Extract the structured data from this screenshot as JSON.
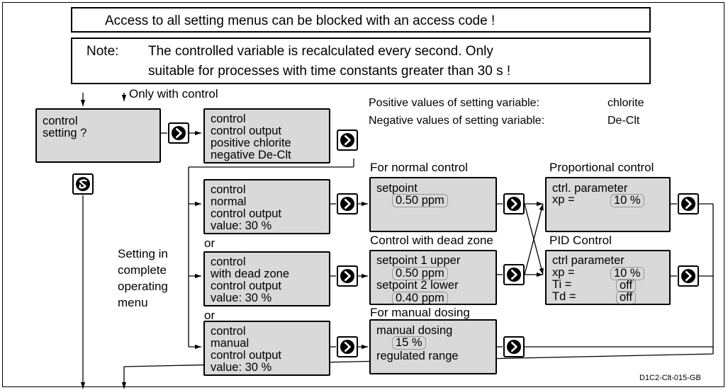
{
  "notes": {
    "access_note": "Access to all setting menus can be blocked with an access code !",
    "note_label": "Note:",
    "note_line1": "The controlled variable is recalculated every second. Only",
    "note_line2": "suitable for processes with time constants greater than 30 s !"
  },
  "labels": {
    "only_with_control": "Only with control",
    "positive_values": "Positive values of setting variable:",
    "positive_values_value": "chlorite",
    "negative_values": "Negative values of setting variable:",
    "negative_values_value": "De-Clt",
    "setting_in_menu": [
      "Setting in",
      "complete",
      "operating",
      "menu"
    ],
    "or": "or",
    "normal_control_heading": "For normal control",
    "dead_zone_heading": "Control with dead zone",
    "manual_dosing_heading": "For manual dosing",
    "proportional_heading": "Proportional control",
    "pid_heading": "PID Control",
    "figure_code": "D1C2-Clt-015-GB"
  },
  "displays": {
    "control_setting": [
      "control",
      "setting  ?"
    ],
    "control_output": [
      "control",
      "control output",
      "positive chlorite",
      "negative De-Clt"
    ],
    "normal": [
      "control",
      "normal",
      "control output",
      "value:   30 %"
    ],
    "dead_zone": [
      "control",
      "with dead zone",
      "control output",
      "value:   30 %"
    ],
    "manual": [
      "control",
      "manual",
      "control output",
      "value:   30 %"
    ],
    "setpoint": {
      "label": "setpoint",
      "value": "0.50 ppm"
    },
    "dead_zone_setpoints": {
      "label1": "setpoint 1 upper",
      "value1": "0.50 ppm",
      "label2": "setpoint 2 lower",
      "value2": "0.40 ppm"
    },
    "manual_dosing": {
      "label": "manual dosing",
      "value": "15 %",
      "footer": "regulated range"
    },
    "proportional": {
      "title": "ctrl. parameter",
      "xp_label": "xp =",
      "xp_value": "10 %"
    },
    "pid": {
      "title": "ctrl parameter",
      "xp_label": "xp =",
      "xp_value": "10 %",
      "ti_label": "Ti =",
      "ti_value": "off",
      "td_label": "Td =",
      "td_value": "off"
    }
  },
  "icons": {
    "enter_key": "enter-arrow-icon",
    "return_key": "return-arrow-icon"
  }
}
